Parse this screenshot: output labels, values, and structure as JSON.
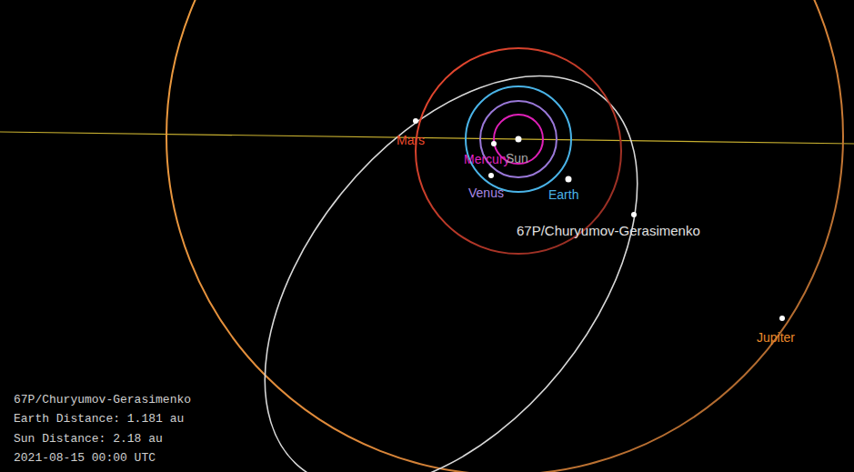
{
  "diagram": {
    "labels": [
      "Mars",
      "Mercury",
      "Sun",
      "Venus",
      "Earth",
      "67P/Churyumov-Gerasimenko",
      "Jupiter",
      "67P/Churyumov-Gerasimenko",
      "Earth Distance: 1.181 au",
      "Sun Distance: 2.18 au",
      "2021-08-15 00:00 UTC"
    ]
  }
}
